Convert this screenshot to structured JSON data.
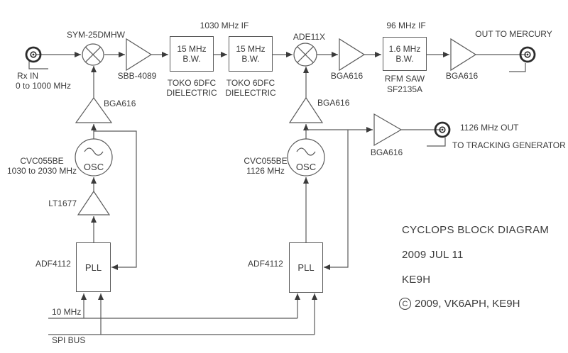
{
  "colors": {
    "background": "#ffffff",
    "line": "#5a5a5a",
    "text": "#3b3b3b",
    "connector": "#2b2b2b"
  },
  "title_block": {
    "title": "CYCLOPS BLOCK DIAGRAM",
    "date": "2009 JUL 11",
    "author": "KE9H",
    "copyright_symbol": "C",
    "copyright_text": "2009, VK6APH, KE9H"
  },
  "rx_input": {
    "label": "Rx IN",
    "range": "0 to 1000 MHz"
  },
  "top_chain": {
    "mixer1": "SYM-25DMHW",
    "amp1": "SBB-4089",
    "if1": "1030 MHz IF",
    "filter1": {
      "bw_line1": "15 MHz",
      "bw_line2": "B.W.",
      "part_line1": "TOKO 6DFC",
      "part_line2": "DIELECTRIC"
    },
    "filter2": {
      "bw_line1": "15 MHz",
      "bw_line2": "B.W.",
      "part_line1": "TOKO 6DFC",
      "part_line2": "DIELECTRIC"
    },
    "mixer2": "ADE11X",
    "amp2": "BGA616",
    "if2": "96 MHz IF",
    "filter3": {
      "bw_line1": "1.6 MHz",
      "bw_line2": "B.W.",
      "part_line1": "RFM SAW",
      "part_line2": "SF2135A"
    },
    "amp3": "BGA616",
    "output_label": "OUT TO MERCURY"
  },
  "lo_chain1": {
    "amp": "BGA616",
    "osc": "OSC",
    "osc_part": "CVC055BE",
    "osc_range": "1030 to 2030 MHz",
    "buffer": "LT1677",
    "pll": "PLL",
    "pll_part": "ADF4112"
  },
  "lo_chain2": {
    "amp": "BGA616",
    "osc": "OSC",
    "osc_part": "CVC055BE",
    "osc_range": "1126 MHz",
    "pll": "PLL",
    "pll_part": "ADF4112"
  },
  "tracking_output": {
    "amp": "BGA616",
    "line1": "1126 MHz OUT",
    "line2": "TO TRACKING GENERATOR"
  },
  "buses": {
    "reference": "10 MHz",
    "spi": "SPI BUS"
  }
}
